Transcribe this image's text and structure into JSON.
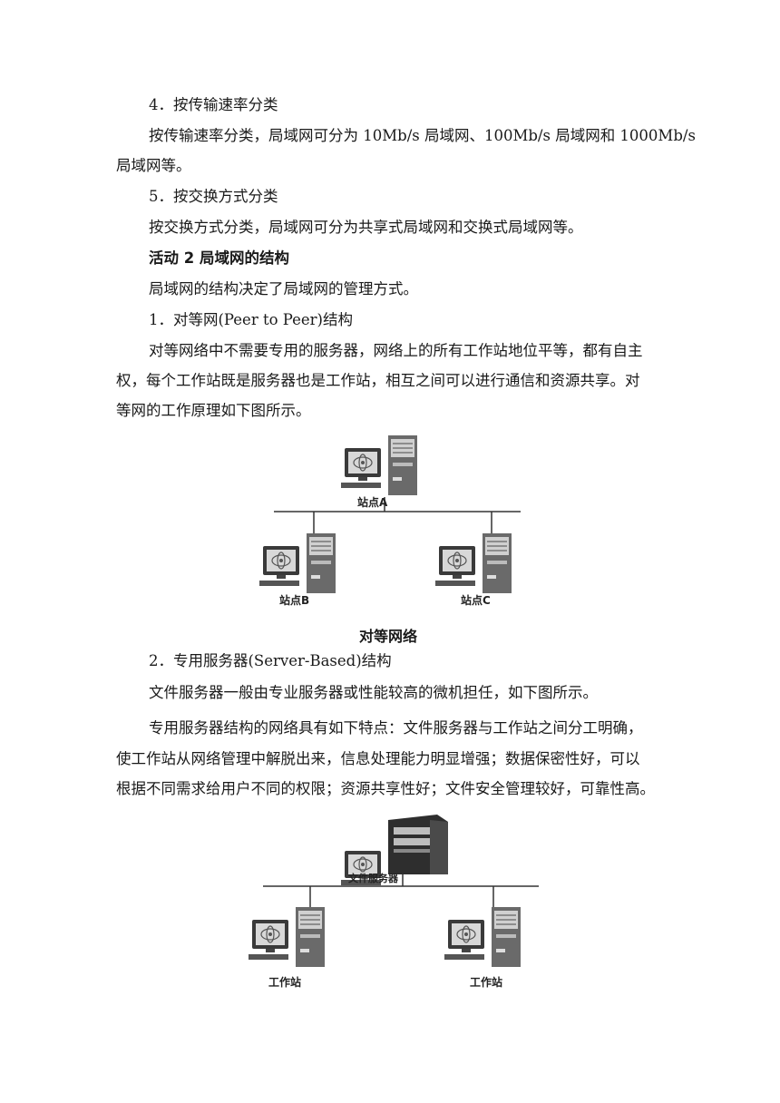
{
  "sections": {
    "s4_heading": "4．按传输速率分类",
    "s4_body_1": "按传输速率分类，局域网可分为 10Mb/s 局域网、100Mb/s 局域网和 1000Mb/s",
    "s4_body_2": "局域网等。",
    "s5_heading": "5．按交换方式分类",
    "s5_body": "按交换方式分类，局域网可分为共享式局域网和交换式局域网等。",
    "activity_title": "活动 2 局域网的结构",
    "activity_intro": "局域网的结构决定了局域网的管理方式。",
    "p1_heading": "1．对等网(Peer to Peer)结构",
    "p1_body_1": "对等网络中不需要专用的服务器，网络上的所有工作站地位平等，都有自主",
    "p1_body_2": "权，每个工作站既是服务器也是工作站，相互之间可以进行通信和资源共享。对",
    "p1_body_3": "等网的工作原理如下图所示。",
    "p2_heading": "2．专用服务器(Server-Based)结构",
    "p2_body": "文件服务器一般由专业服务器或性能较高的微机担任，如下图所示。",
    "p2_features_1": "专用服务器结构的网络具有如下特点：文件服务器与工作站之间分工明确，",
    "p2_features_2": "使工作站从网络管理中解脱出来，信息处理能力明显增强；数据保密性好，可以",
    "p2_features_3": "根据不同需求给用户不同的权限；资源共享性好；文件安全管理较好，可靠性高。"
  },
  "diagram_peer": {
    "node_a": "站点A",
    "node_b": "站点B",
    "node_c": "站点C",
    "caption": "对等网络"
  },
  "diagram_server": {
    "server": "文件服务器",
    "workstation_left": "工作站",
    "workstation_right": "工作站"
  }
}
